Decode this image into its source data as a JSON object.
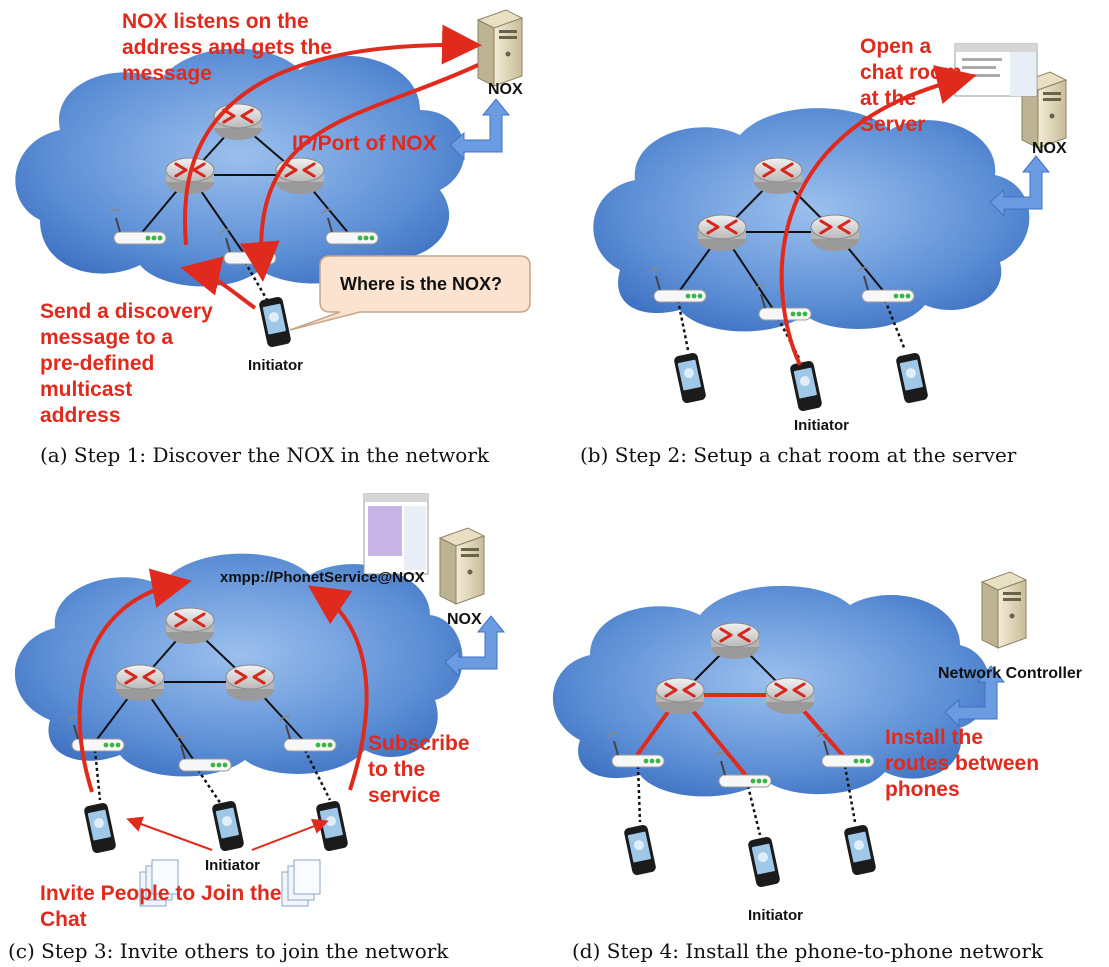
{
  "panels": {
    "a": {
      "caption": "(a) Step 1: Discover the NOX in the network",
      "server_label": "NOX",
      "top_note": [
        "NOX listens on the",
        "address and gets the",
        "message"
      ],
      "ip_note": "IP/Port of NOX",
      "bubble": "Where is the NOX?",
      "initiator": "Initiator",
      "send_note": [
        "Send a discovery",
        "message to a",
        "pre-defined",
        "multicast",
        "address"
      ]
    },
    "b": {
      "caption": "(b) Step 2: Setup a chat room at the server",
      "server_label": "NOX",
      "note": [
        "Open a",
        "chat room",
        "at the",
        "Server"
      ],
      "initiator": "Initiator"
    },
    "c": {
      "caption": "(c) Step 3: Invite others to join the network",
      "server_label": "NOX",
      "xmpp": "xmpp://PhonetService@NOX",
      "subscribe_note": [
        "Subscribe",
        "to the",
        "service"
      ],
      "initiator": "Initiator",
      "invite_note": [
        "Invite People to Join the",
        "Chat"
      ]
    },
    "d": {
      "caption": "(d) Step 4: Install the phone-to-phone network",
      "server_label": "Network Controller",
      "note": [
        "Install the",
        "routes between",
        "phones"
      ],
      "initiator": "Initiator"
    }
  },
  "colors": {
    "cloud": "#5d8fd6",
    "annotation": "#e02a1d",
    "arrow_blue": "#6b9be0"
  }
}
